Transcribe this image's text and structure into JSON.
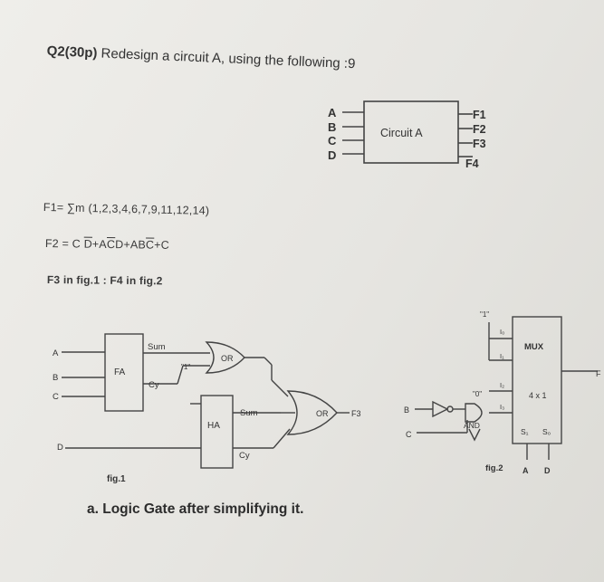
{
  "question": {
    "title_prefix": "Q2(30p)",
    "title_text": " Redesign a circuit A, using the following :9"
  },
  "circuit_a": {
    "label": "Circuit A",
    "inputs": [
      "A",
      "B",
      "C",
      "D"
    ],
    "outputs": [
      "F1",
      "F2",
      "F3",
      "F4"
    ]
  },
  "equations": {
    "f1": "F1= ∑m (1,2,3,4,6,7,9,11,12,14)",
    "f2_parts": [
      "F2 = C ",
      "D",
      "+A",
      "C",
      "D+AB",
      "C",
      "+C"
    ],
    "f3_f4": "F3 in fig.1 : F4 in fig.2"
  },
  "fig1": {
    "caption": "fig.1",
    "inputs": [
      "A",
      "B",
      "C",
      "D"
    ],
    "fa_label": "FA",
    "ha_label": "HA",
    "sum_label": "Sum",
    "cy_label": "Cy",
    "one_label": "\"1\"",
    "or_label": "OR",
    "or2_label": "OR",
    "output_label": "F3"
  },
  "fig2": {
    "caption": "fig.2",
    "mux_label": "MUX",
    "size_label": "4 x 1",
    "one_label": "\"1\"",
    "zero_label": "\"0\"",
    "inputs_i": [
      "I₀",
      "I₁",
      "I₂",
      "I₃"
    ],
    "select_labels": [
      "S₁",
      "S₀"
    ],
    "select_inputs": [
      "A",
      "D"
    ],
    "left_inputs": [
      "B",
      "C"
    ],
    "and_label": "AND",
    "output_label": "F"
  },
  "part_a": "a. Logic Gate after simplifying it."
}
